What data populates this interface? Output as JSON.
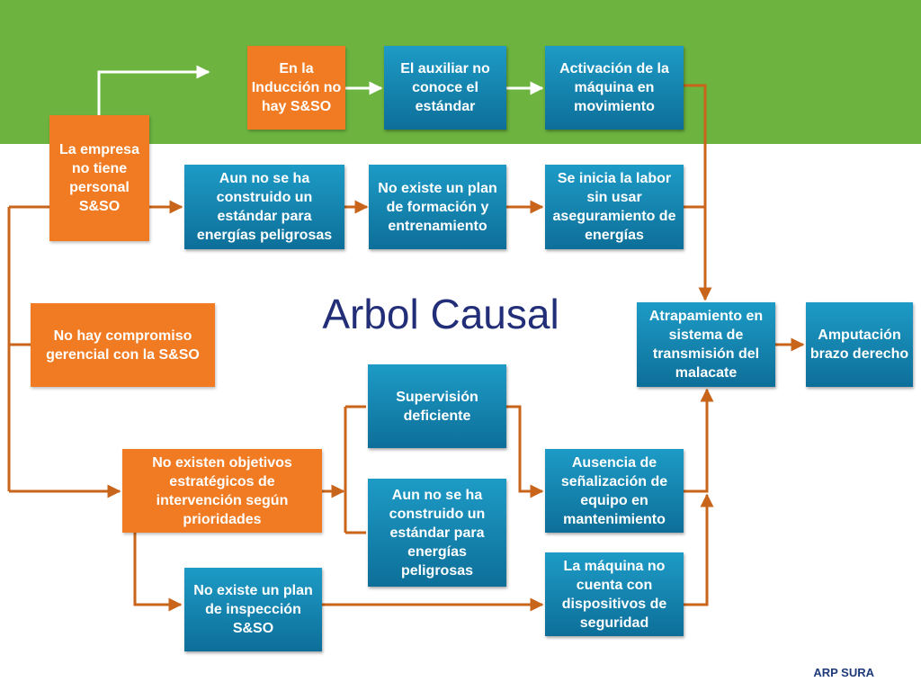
{
  "title": "Arbol Causal",
  "footer": "ARP SURA",
  "colors": {
    "band": "#6cb33f",
    "blue": "#1282b0",
    "orange": "#f07b22",
    "connector": "#c8651a",
    "title": "#232e78"
  },
  "nodes": {
    "induccion": "En la Inducción no hay S&SO",
    "auxiliar": "El auxiliar no conoce el estándar",
    "activacion": "Activación de la máquina en movimiento",
    "empresa": "La empresa no tiene personal S&SO",
    "estandar_top": "Aun no se ha construido un estándar para energías peligrosas",
    "plan_formacion": "No existe un plan de formación y entrenamiento",
    "labor": "Se inicia la labor sin usar aseguramiento de energías",
    "compromiso": "No hay compromiso gerencial con la S&SO",
    "atrapamiento": "Atrapamiento en sistema de transmisión del malacate",
    "amputacion": "Amputación brazo derecho",
    "supervision": "Supervisión deficiente",
    "objetivos": "No existen objetivos estratégicos de intervención según prioridades",
    "estandar_bottom": "Aun no se ha construido un estándar para energías peligrosas",
    "senalizacion": "Ausencia de señalización de equipo en mantenimiento",
    "dispositivos": "La máquina no cuenta con dispositivos de seguridad",
    "inspeccion": "No existe un plan de inspección S&SO"
  }
}
